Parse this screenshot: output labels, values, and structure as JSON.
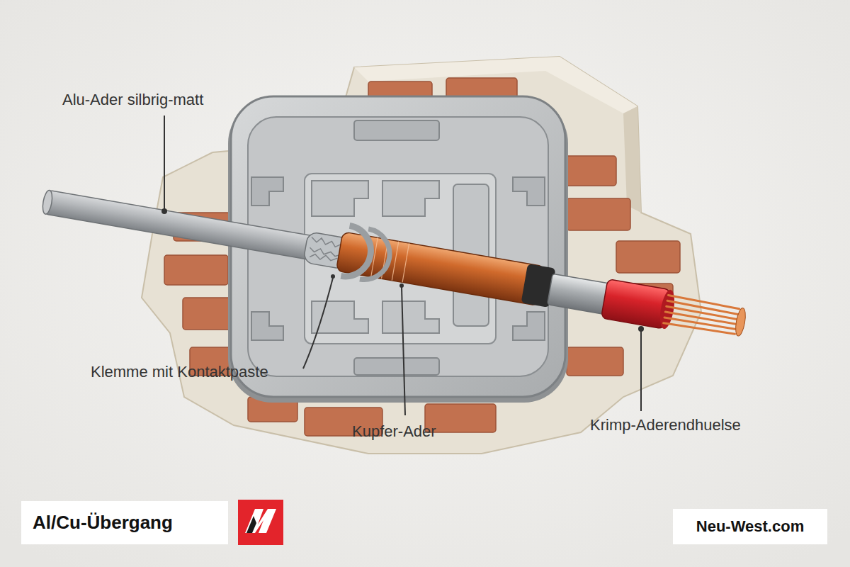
{
  "diagram": {
    "title": "Al/Cu-Übergang",
    "labels": [
      "Alu-Ader silbrig-matt",
      "Klemme mit Kontaktpaste",
      "Kupfer-Ader",
      "Krimp-Aderendhuelse",
      "Neu-West.com"
    ]
  }
}
